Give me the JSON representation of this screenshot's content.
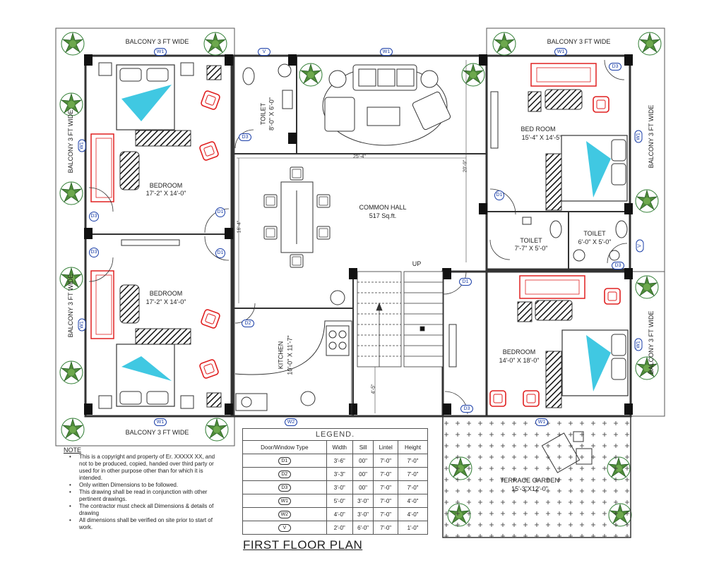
{
  "balconies": {
    "top_left": "BALCONY 3 FT WIDE",
    "top_right": "BALCONY 3 FT WIDE",
    "left_upper": "BALCONY 3 FT WIDE",
    "left_lower": "BALCONY 3 FT WIDE",
    "bottom_left": "BALCONY 3 FT WIDE",
    "right_upper": "BALCONY 3 FT WIDE",
    "right_lower": "BALCONY 3 FT WIDE"
  },
  "rooms": {
    "bedroom_top_left": {
      "name": "BEDROOM",
      "size": "17'-2\" X 14'-0\""
    },
    "bedroom_bottom_left": {
      "name": "BEDROOM",
      "size": "17'-2\" X 14'-0\""
    },
    "bed_room_top_right": {
      "name": "BED ROOM",
      "size": "15'-4\" X 14'-5\""
    },
    "bedroom_right": {
      "name": "BEDROOM",
      "size": "14'-0\" X 18'-0\""
    },
    "toilet_top": {
      "name": "TOILET",
      "size": "8'-0\" X 6'-0\""
    },
    "toilet_mid": {
      "name": "TOILET",
      "size": "7'-7\" X 5'-0\""
    },
    "toilet_right": {
      "name": "TOILET",
      "size": "6'-0\" X 5'-0\""
    },
    "common_hall": {
      "name": "COMMON HALL",
      "size": "517 Sq.ft."
    },
    "kitchen": {
      "name": "KITCHEN",
      "size": "10'-0\" X 11'-7\""
    },
    "terrace": {
      "name": "TERRACE GARDEN",
      "size": "15'-3\"X12'-0\""
    },
    "stair_label": "UP"
  },
  "dimensions": {
    "hall_width": "25'-4\"",
    "hall_depth": "20'-9\"",
    "hall_left": "16'-4\"",
    "stair": "4'-5\""
  },
  "tags": {
    "w1": "W1",
    "w2": "W2",
    "v": "V",
    "d1": "D1",
    "d2": "D2",
    "d3": "D3"
  },
  "note": {
    "title": "NOTE",
    "items": [
      "This is a copyright and property of Er. XXXXX XX, and not to be produced, copied, handed over third party or used for in other purpose other than for which it is intended.",
      "Only written Dimensions to be followed.",
      "This drawing shall be read in conjunction with other pertinent drawings.",
      "The contractor must check all Dimensions & details of drawing",
      "All dimensions shall be verified on site prior to start of work."
    ]
  },
  "legend": {
    "title": "LEGEND.",
    "headers": [
      "Door/Window Type",
      "Width",
      "Sill",
      "Lintel",
      "Height"
    ],
    "rows": [
      {
        "type": "D1",
        "width": "3'-6\"",
        "sill": "00\"",
        "lintel": "7'-0\"",
        "height": "7'-0\""
      },
      {
        "type": "D2",
        "width": "3'-3\"",
        "sill": "00\"",
        "lintel": "7'-0\"",
        "height": "7'-0\""
      },
      {
        "type": "D3",
        "width": "3'-0\"",
        "sill": "00\"",
        "lintel": "7'-0\"",
        "height": "7'-0\""
      },
      {
        "type": "W1",
        "width": "5'-0\"",
        "sill": "3'-0\"",
        "lintel": "7'-0\"",
        "height": "4'-0\""
      },
      {
        "type": "W2",
        "width": "4'-0\"",
        "sill": "3'-0\"",
        "lintel": "7'-0\"",
        "height": "4'-0\""
      },
      {
        "type": "V",
        "width": "2'-0\"",
        "sill": "6'-0\"",
        "lintel": "7'-0\"",
        "height": "1'-0\""
      }
    ]
  },
  "drawing_title": "FIRST FLOOR PLAN",
  "colors": {
    "wall": "#333333",
    "furniture_red": "#e02020",
    "tag_blue": "#1b3fa8",
    "bed_accent": "#00b5d8",
    "plant_green": "#2f7d32"
  }
}
